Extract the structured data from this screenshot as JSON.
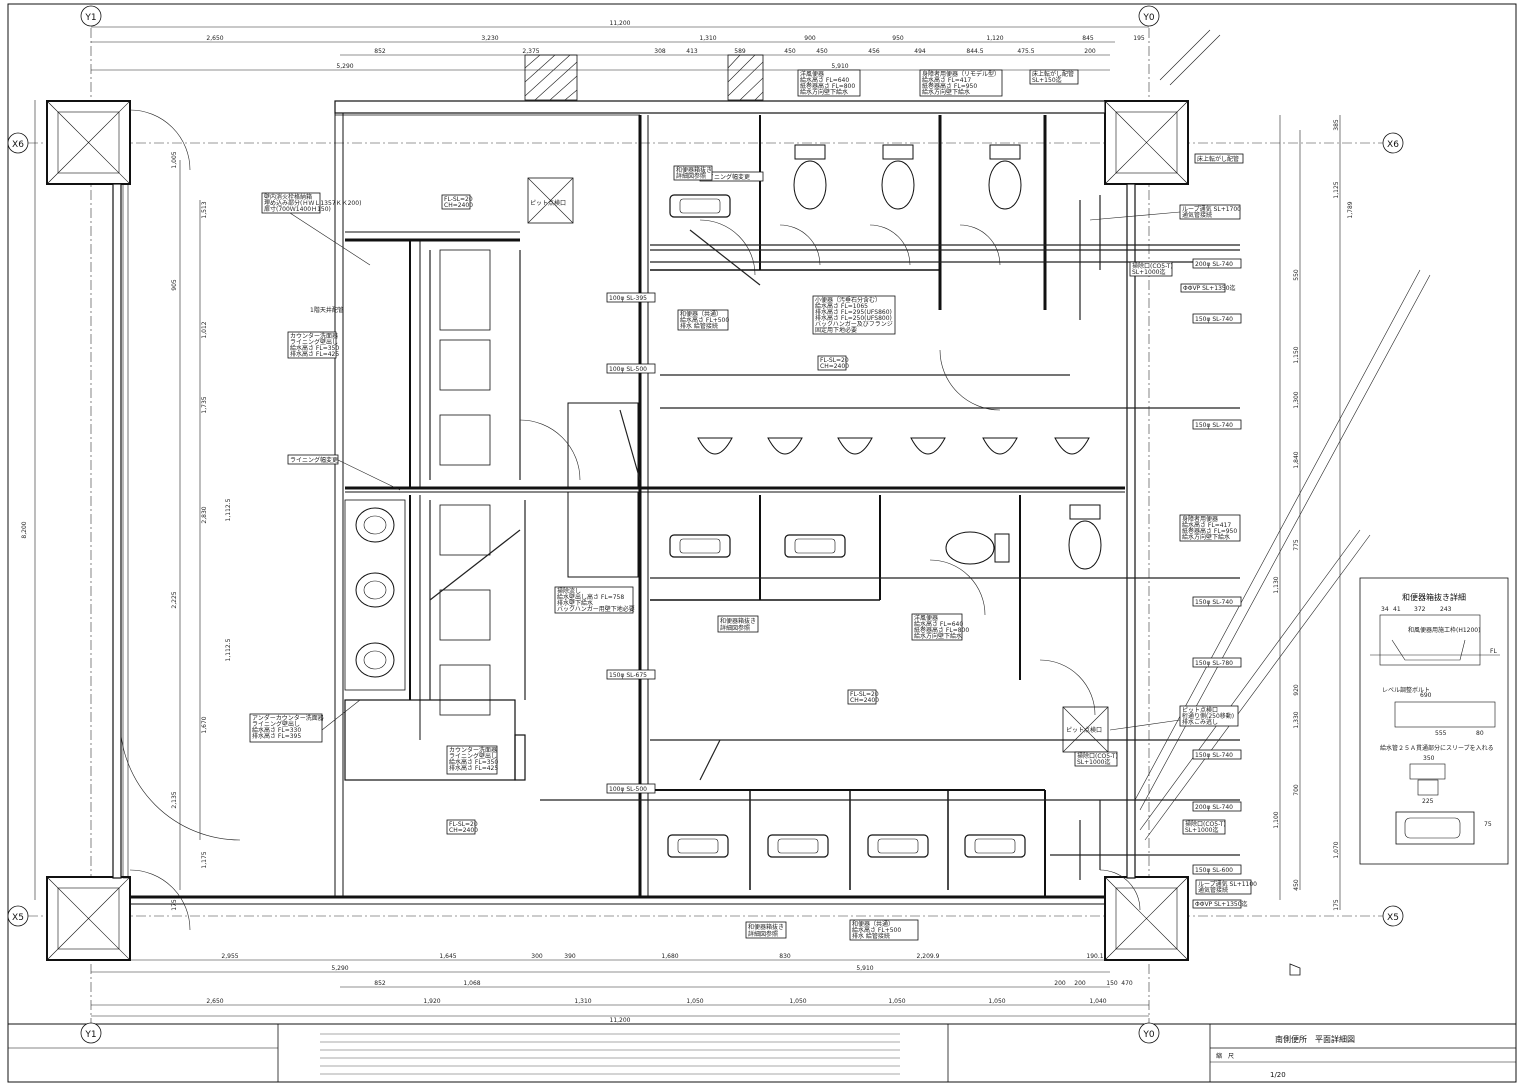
{
  "axes": {
    "y1": "Y1",
    "y0": "Y0",
    "x6": "X6",
    "x5": "X5"
  },
  "dims_top": {
    "total": "11,200",
    "row1": [
      "2,650",
      "3,230",
      "1,310",
      "900",
      "950",
      "1,120",
      "845",
      "195"
    ],
    "row2": [
      "852",
      "2,375",
      "308",
      "413",
      "589",
      "450",
      "450",
      "456",
      "494",
      "844.5",
      "475.5",
      "200"
    ],
    "row3": [
      "5,290",
      "5,910"
    ]
  },
  "dims_bottom": {
    "total": "11,200",
    "row1": [
      "2,955",
      "1,645",
      "300",
      "390",
      "1,680",
      "830",
      "2,209.9",
      "190.1"
    ],
    "row2": [
      "5,290",
      "5,910"
    ],
    "row3": [
      "852",
      "1,920",
      "1,068",
      "1,310",
      "1,050",
      "1,050",
      "1,050",
      "1,050",
      "200",
      "200",
      "150",
      "470"
    ],
    "row4": [
      "2,650",
      "1,040"
    ]
  },
  "dims_left": [
    "1,005",
    "1,513",
    "905",
    "1,012",
    "1,735",
    "2,830",
    "1,112.5",
    "2,225",
    "8,200",
    "1,112.5",
    "1,670",
    "2,135",
    "1,175",
    "175"
  ],
  "dims_right": [
    "385",
    "1,125",
    "1,789",
    "550",
    "1,150",
    "1,300",
    "1,840",
    "775",
    "1,130",
    "920",
    "1,330",
    "700",
    "1,100",
    "1,070",
    "450",
    "175"
  ],
  "labels": {
    "washroom_cabinet": [
      "壁内消火栓格納箱",
      "埋め込み部分(ＨＷＬ1357ＫＫ200)",
      "扉寸(700Ｗ1400Ｈ150)"
    ],
    "fl_ch_a": [
      "FL-SL=20",
      "CH=2400"
    ],
    "pit_a": "ピット点検口",
    "lining_a": "ライニング幅変更",
    "japanese_toilet_a": [
      "和便器箱抜き",
      "詳細図参照"
    ],
    "western_a": [
      "洋風便器",
      "給水高さ FL=640",
      "紙巻器高さ FL=800",
      "給水方向壁下給水"
    ],
    "western_remote": [
      "身障者用便器（リモデル型）",
      "給水高さ FL=417",
      "紙巻器高さ FL=950",
      "給水方向壁下給水"
    ],
    "floor_drain": [
      "床上転がし配管",
      "SL+150迄"
    ],
    "floor_drain_2": "床上転がし配管",
    "loop_vent_a": [
      "ループ通気 SL+1700",
      "通気管接続"
    ],
    "cleanout_a": [
      "掃除口(CO5-T)",
      "SL+1000迄"
    ],
    "pipe_200_a": "200φ SL-740",
    "pipe_150_a": "150φ SL-740",
    "pipe_vp_a": "ΦΦVP SL+1350迄",
    "pipe_100_395": "100φ SL-395",
    "japanese_shared": [
      "和便器（共通）",
      "給水高さ FL+500",
      "排水 給管接続"
    ],
    "counter_sink": [
      "カウンター洗面器",
      "ライニング壁出し",
      "給水高さ FL=350",
      "排水高さ FL=425"
    ],
    "urinal": [
      "小便器（汚垂石分含む）",
      "給水高さ FL=1065",
      "排水高さ FL=295(UFS860)",
      "排水高さ FL=250(UFS800)",
      "バックハンガー及びフランジ",
      "固定用下地必要"
    ],
    "fl_ch_b": [
      "FL-SL=20",
      "CH=2400"
    ],
    "pipe_100_500": "100φ SL-500",
    "pipe_150_b": "150φ SL-740",
    "lining_b": "ライニング幅変更",
    "mop_sink": [
      "掃除流し",
      "給水壁出し高さ FL=758",
      "排水壁下給水",
      "バックハンガー用壁下地必要"
    ],
    "japanese_toilet_b": [
      "和便器箱抜き",
      "詳細図参照"
    ],
    "western_b": [
      "洋風便器",
      "給水高さ FL=640",
      "紙巻器高さ FL=800",
      "給水方向壁下給水"
    ],
    "western_remote_b": [
      "身障者用便器",
      "給水高さ FL=417",
      "紙巻器高さ FL=950",
      "給水方向壁下給水"
    ],
    "pipe_150_c": "150φ SL-740",
    "pipe_150_675": "150φ SL-675",
    "pipe_150_780": "150φ SL-780",
    "fl_ch_c": [
      "FL-SL=20",
      "CH=2400"
    ],
    "under_counter": [
      "アンダーカウンター洗面器",
      "ライニング壁出し",
      "給水高さ FL=330",
      "排水高さ FL=395"
    ],
    "counter_sink_b": [
      "カウンター洗面器",
      "ライニング壁出し",
      "給水高さ FL=350",
      "排水高さ FL=425"
    ],
    "pit_b": [
      "ピット点検口",
      "桁通り側(250移動)",
      "排水ごみ逃し"
    ],
    "pit_c": "ピット点検口",
    "cleanout_b": [
      "掃除口(CO5-T)",
      "SL+1000迄"
    ],
    "pipe_150_d": "150φ SL-740",
    "pipe_100_500_b": "100φ SL-500",
    "pipe_200_b": "200φ SL-740",
    "cleanout_c": [
      "掃除口(CO5-T)",
      "SL+1000迄"
    ],
    "pipe_150_600": "150φ SL-600",
    "loop_vent_b": [
      "ループ通気 SL+1100",
      "通気管接続"
    ],
    "pipe_vp_b": "ΦΦVP SL+1350迄",
    "fl_ch_d": [
      "FL-SL=20",
      "CH=2400"
    ],
    "japanese_toilet_c": [
      "和便器箱抜き",
      "詳細図参照"
    ],
    "japanese_shared_b": [
      "和便器（共通）",
      "給水高さ FL+500",
      "排水 給管接続"
    ],
    "first_floor_ceiling": "1階天井配管"
  },
  "detail": {
    "title": "和便器箱抜き詳細",
    "dims_top": [
      "34",
      "41",
      "372",
      "243"
    ],
    "note1": "和風便器用施工枠(H1200)",
    "fl": "FL",
    "level_bolt": "レベル調整ボルト",
    "dim_690": "690",
    "dim_555": "555",
    "dim_80": "80",
    "sleeve": "給水管２５Ａ貫通部分にスリーブを入れる",
    "dim_350": "350",
    "dim_225": "225",
    "dim_75": "75"
  },
  "title_block": {
    "drawing_name": "南側便所　平面詳細図",
    "scale_label": "縮　尺",
    "scale_value": "1/20"
  }
}
